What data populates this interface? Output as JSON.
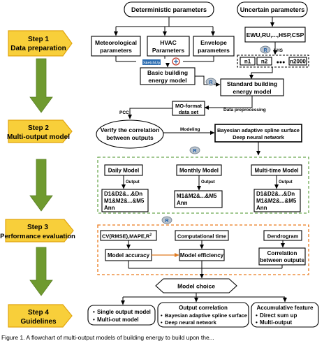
{
  "steps": [
    {
      "label": "Step 1",
      "sub": "Data preparation"
    },
    {
      "label": "Step 2",
      "sub": "Multi-output model"
    },
    {
      "label": "Step 3",
      "sub": "Performance evaluation"
    },
    {
      "label": "Step 4",
      "sub": "Guidelines"
    }
  ],
  "nodes": {
    "deterministic": "Deterministic parameters",
    "uncertain": "Uncertain parameters",
    "meteo_1": "Meteorological",
    "meteo_2": "parameters",
    "hvac_1": "HVAC",
    "hvac_2": "Parameters",
    "envelope_1": "Envelope",
    "envelope_2": "parameters",
    "ewu": "EWU,RU,...,HSP,CSP",
    "lhs": "LHS",
    "n1": "n1",
    "n2": "n2",
    "dots": "●●●",
    "n2000": "n2000",
    "sketchup": "SketchUp",
    "basic_1": "Basic building",
    "basic_2": "energy model",
    "standard_1": "Standard building",
    "standard_2": "energy model",
    "mo_1": "MO-format",
    "mo_2": "data set",
    "data_preprocessing": "Data preprocessing",
    "pcc": "PCC",
    "verify_1": "Verify the correlation",
    "verify_2": "between outputs",
    "modeling": "Modeling",
    "bayes_1": "Bayesian adaptive spline surface",
    "bayes_2": "Deep neural network",
    "daily": "Daily Model",
    "monthly": "Monthly Model",
    "multitime": "Multi-time Model",
    "output": "Output",
    "daily_out_1": "D1&D2&...&Dn",
    "daily_out_2": "M1&M2&...&M5",
    "daily_out_3": "Ann",
    "monthly_out_1": "M1&M2&...&M5",
    "monthly_out_2": "Ann",
    "multi_out_1": "D1&D2&...&Dn",
    "multi_out_2": "M1&M2&...&M5",
    "multi_out_3": "Ann",
    "cv_main": "CV(RMSE),MAPE,R",
    "cv_sup": "2",
    "comp_time": "Computational time",
    "dendrogram": "Dendrogram",
    "accuracy": "Model accuracy",
    "efficiency": "Model efficiency",
    "correlation_1": "Correlation",
    "correlation_2": "between outputs",
    "choice": "Model choice",
    "g1_a": "Single output model",
    "g1_b": "Multi-out model",
    "g2_title": "Output correlation",
    "g2_a": "Bayesian adaptive spline surface",
    "g2_b": "Deep neural network",
    "g3_title": "Accumulative feature",
    "g3_a": "Direct sum up",
    "g3_b": "Multi-output"
  },
  "caption": "Figure 1. A flowchart of multi-output models of building energy to build upon the..."
}
